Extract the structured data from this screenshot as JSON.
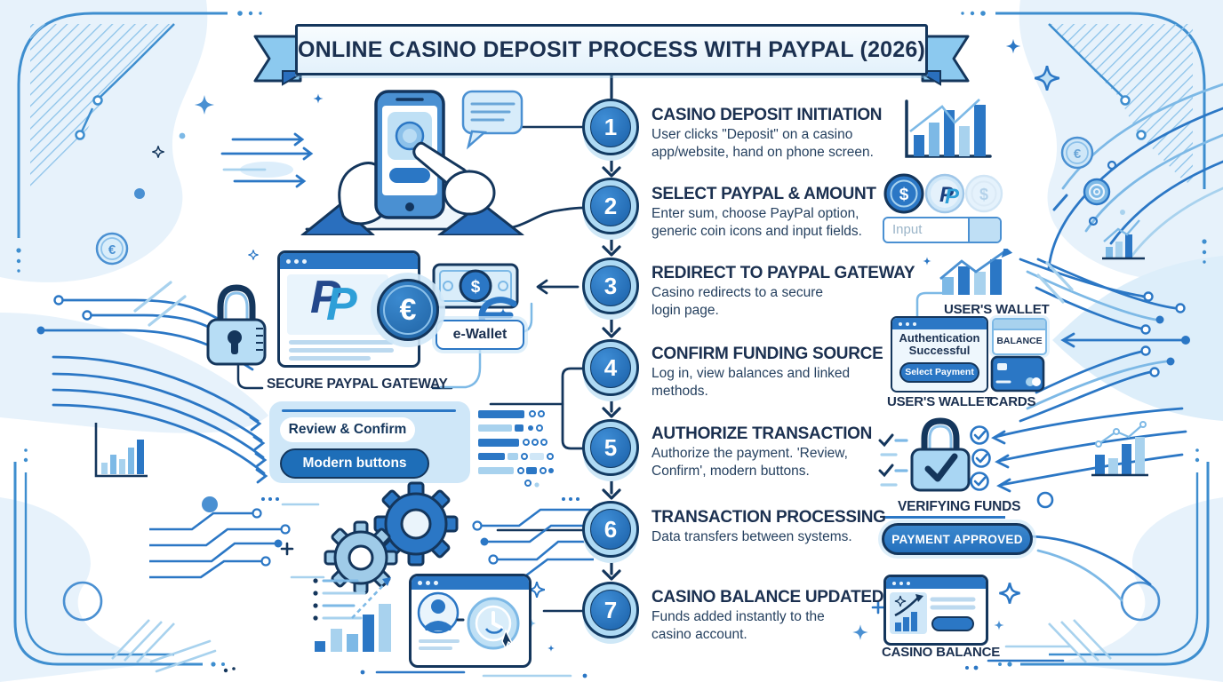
{
  "title": "ONLINE CASINO DEPOSIT PROCESS WITH PAYPAL (2026)",
  "steps": [
    {
      "number": "1",
      "heading": "CASINO DEPOSIT INITIATION",
      "description": "User clicks \"Deposit\" on a casino app/website, hand on phone screen."
    },
    {
      "number": "2",
      "heading": "SELECT PAYPAL & AMOUNT",
      "description": "Enter sum, choose PayPal option, generic coin icons and input fields."
    },
    {
      "number": "3",
      "heading": "REDIRECT TO PAYPAL GATEWAY",
      "description": "Casino redirects to a secure login page."
    },
    {
      "number": "4",
      "heading": "CONFIRM FUNDING SOURCE",
      "description": "Log in, view balances and linked methods."
    },
    {
      "number": "5",
      "heading": "AUTHORIZE TRANSACTION",
      "description": "Authorize the payment. 'Review, Confirm', modern buttons."
    },
    {
      "number": "6",
      "heading": "TRANSACTION PROCESSING",
      "description": "Data transfers between systems."
    },
    {
      "number": "7",
      "heading": "CASINO BALANCE UPDATED",
      "description": "Funds added instantly to the casino account."
    }
  ],
  "left": {
    "gateway_label": "SECURE PAYPAL GATEWAY",
    "ewallet_label": "e-Wallet",
    "review_confirm_button": "Review & Confirm",
    "modern_buttons_button": "Modern buttons",
    "paypal_logo_letter": "P",
    "euro_coin_symbol": "€",
    "bill_coin_symbol": "$"
  },
  "right": {
    "coin_dollar_symbol": "$",
    "coin_paypal_letter": "P",
    "coin_dollar_faded_symbol": "$",
    "input_placeholder": "Input",
    "wallet_chart_label": "USER'S WALLET",
    "auth_line1": "Authentication",
    "auth_line2": "Successful",
    "select_payment_button": "Select Payment",
    "auth_window_label": "USER'S WALLET",
    "balance_label": "BALANCE",
    "cards_label": "CARDS",
    "verifying_label": "VERIFYING FUNDS",
    "payment_approved_badge": "PAYMENT APPROVED",
    "casino_balance_label": "CASINO BALANCE"
  },
  "colors": {
    "navy": "#14365c",
    "blue": "#2b77c5",
    "mid_blue": "#4a90d2",
    "sky": "#7db9e6",
    "light": "#a8d2ee",
    "pale": "#cfe7f8",
    "wash": "#e7f2fb"
  }
}
